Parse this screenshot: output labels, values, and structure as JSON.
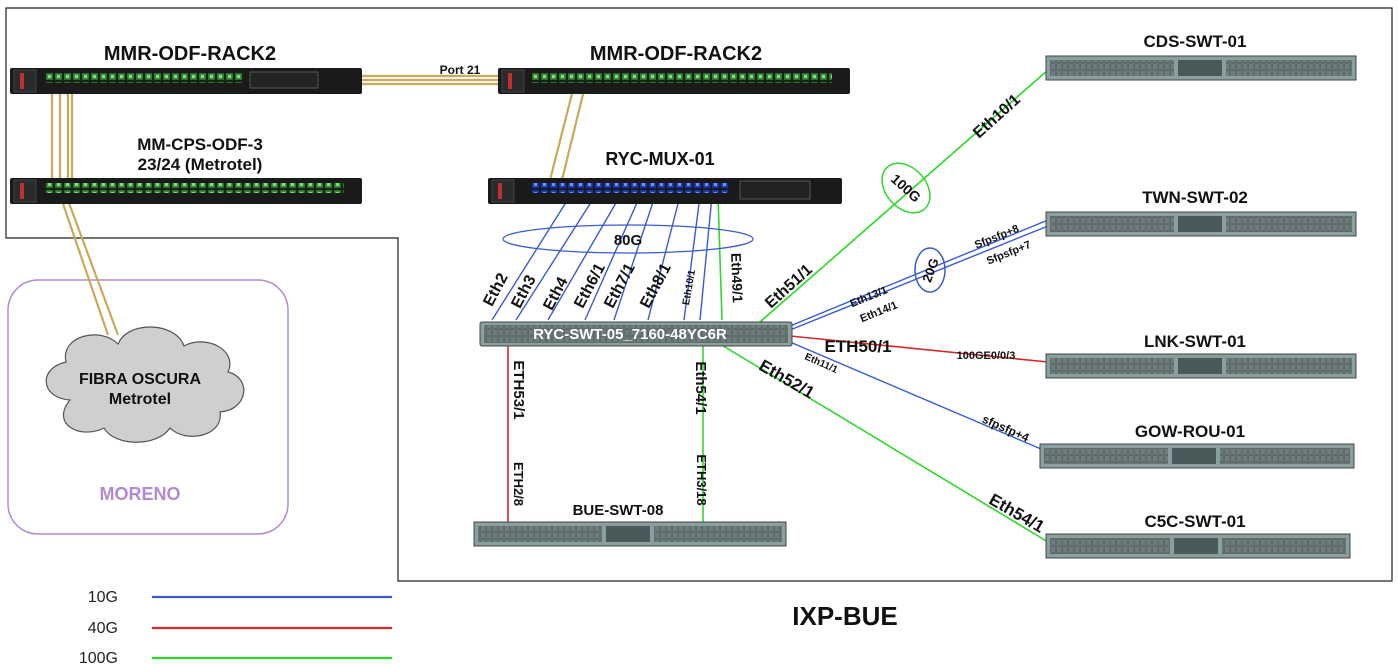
{
  "title": "IXP-BUE",
  "site_label": "MORENO",
  "cloud": {
    "line1": "FIBRA OSCURA",
    "line2": "Metrotel"
  },
  "devices": {
    "odf_rack2_left": "MMR-ODF-RACK2",
    "odf_rack2_right": "MMR-ODF-RACK2",
    "cps_odf_3_line1": "MM-CPS-ODF-3",
    "cps_odf_3_line2": "23/24 (Metrotel)",
    "mux": "RYC-MUX-01",
    "core_switch": "RYC-SWT-05_7160-48YC6R",
    "cds": "CDS-SWT-01",
    "twn": "TWN-SWT-02",
    "lnk": "LNK-SWT-01",
    "gow": "GOW-ROU-01",
    "c5c": "C5C-SWT-01",
    "bue": "BUE-SWT-08"
  },
  "port_labels": {
    "port21": "Port 21",
    "eth2": "Eth2",
    "eth3": "Eth3",
    "eth4": "Eth4",
    "eth6_1": "Eth6/1",
    "eth7_1": "Eth7/1",
    "eth8_1": "Eth8/1",
    "eth10_1_small": "Eth10/1",
    "eth49_1": "Eth49/1",
    "eth51_1": "Eth51/1",
    "eth10_1": "Eth10/1",
    "eth13_1": "Eth13/1",
    "eth14_1": "Eth14/1",
    "sfp8": "Sfpsfp+8",
    "sfp7": "Sfpsfp+7",
    "eth50_1": "ETH50/1",
    "ge": "100GE0/0/3",
    "eth11_1": "Eth11/1",
    "sfp4": "sfpsfp+4",
    "eth52_1": "Eth52/1",
    "eth54_1_c5c": "Eth54/1",
    "eth53_1": "ETH53/1",
    "eth2_8": "ETH2/8",
    "eth54_1": "Eth54/1",
    "eth3_18": "ETH3/18"
  },
  "bundles": {
    "b80g": "80G",
    "b100g": "100G",
    "b20g": "20G"
  },
  "legend": [
    {
      "label": "10G",
      "color": "#3a5bd0"
    },
    {
      "label": "40G",
      "color": "#d02a2a"
    },
    {
      "label": "100G",
      "color": "#2ed82e"
    }
  ],
  "colors": {
    "link_10g": "#3a5bd0",
    "link_40g": "#d02a2a",
    "link_100g": "#2ed82e",
    "fiber": "#c9a95a",
    "cloud": "#cfcfcf",
    "site": "#b38ad0"
  }
}
